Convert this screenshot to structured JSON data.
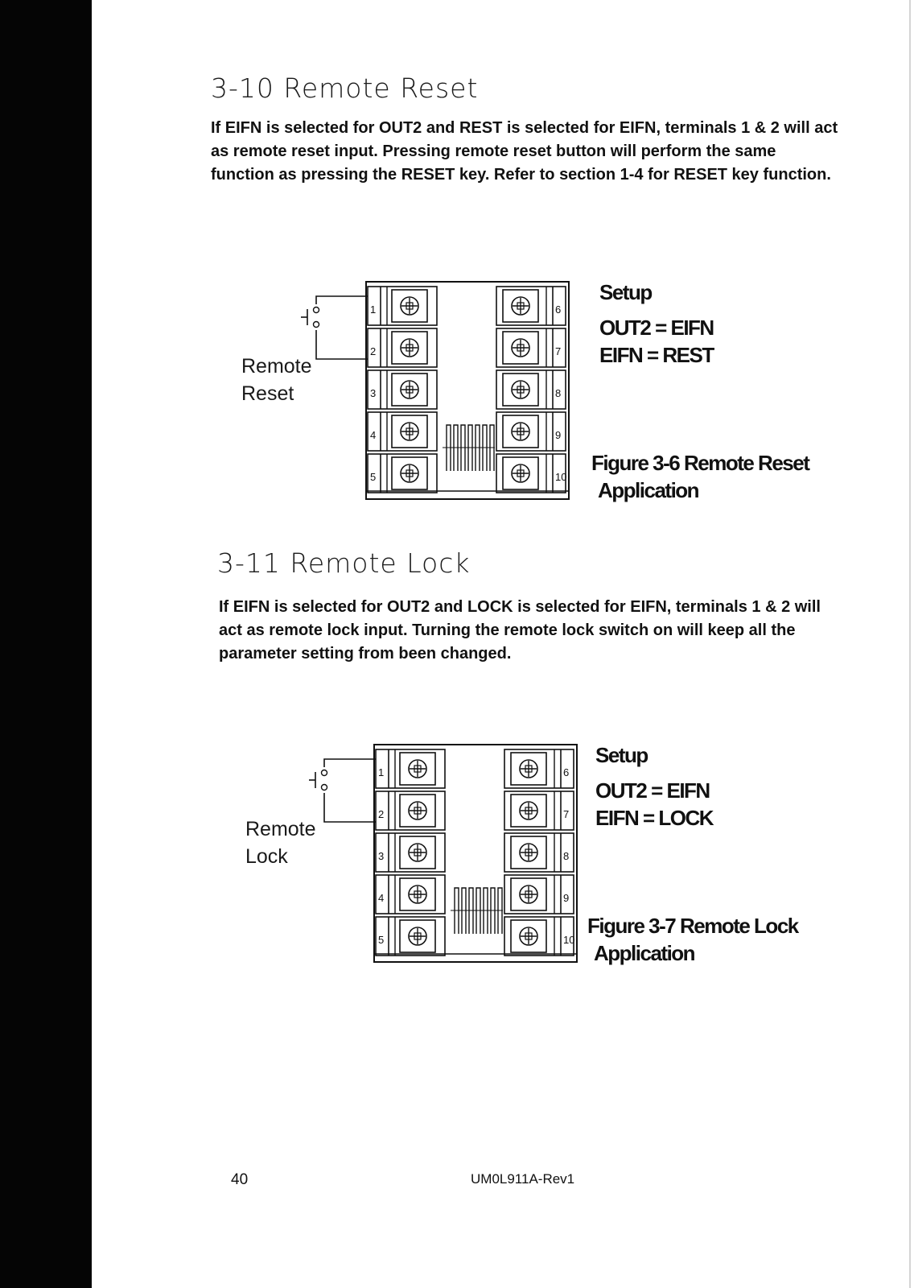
{
  "section_reset": {
    "heading": "3-10 Remote Reset",
    "para_parts": [
      "If EIFN is selected for OUT2 and REST is selected for EIFN, terminals 1 & 2 will act as remote reset input. Pressing remote reset button will perform the same function as pressing the RESET key. Refer to ",
      "section 1-4",
      " for RESET key function."
    ],
    "switch_label": [
      "Remote",
      "Reset"
    ],
    "setup_title": "Setup",
    "setup_lines": [
      "OUT2 = EIFN",
      "EIFN = REST"
    ],
    "caption": [
      "Figure 3-6 Remote Reset",
      "Application"
    ]
  },
  "section_lock": {
    "heading": "3-11 Remote Lock",
    "para": "If EIFN is selected for OUT2 and LOCK is selected for EIFN, terminals 1 & 2 will act as remote lock input. Turning the remote lock switch on will keep all the parameter setting from been changed.",
    "switch_label": [
      "Remote",
      "Lock"
    ],
    "setup_title": "Setup",
    "setup_lines": [
      "OUT2 = EIFN",
      "EIFN = LOCK"
    ],
    "caption": [
      "Figure 3-7 Remote Lock",
      "Application"
    ]
  },
  "terminals": {
    "left": [
      "1",
      "2",
      "3",
      "4",
      "5"
    ],
    "right": [
      "6",
      "7",
      "8",
      "9",
      "10"
    ]
  },
  "footer": {
    "page_number": "40",
    "doc_id": "UM0L911A-Rev1"
  }
}
